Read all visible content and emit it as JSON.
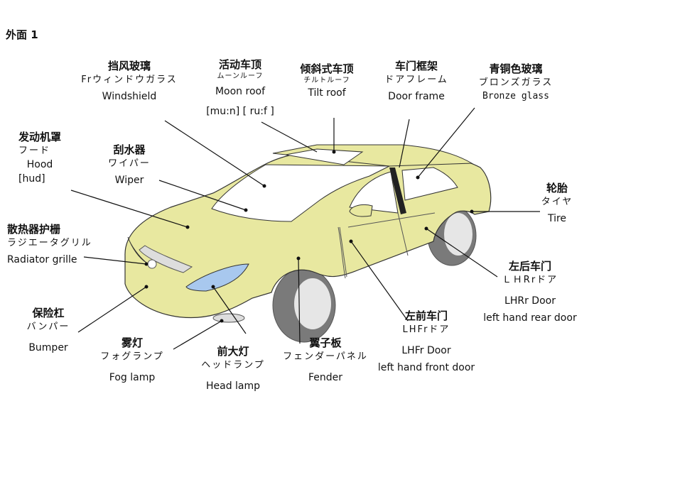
{
  "section_title": "外面 1",
  "parts": {
    "windshield": {
      "zh": "挡风玻璃",
      "ja": "Frウィンドウガラス",
      "en": "Windshield"
    },
    "moon_roof": {
      "zh": "活动车顶",
      "ja": "ムーンルーフ",
      "en": "Moon roof",
      "pron": "[mu:n]  [ ru:f ]"
    },
    "tilt_roof": {
      "zh": "倾斜式车顶",
      "ja": "チルトルーフ",
      "en": "Tilt roof"
    },
    "door_frame": {
      "zh": "车门框架",
      "ja": "ドアフレーム",
      "en": "Door frame"
    },
    "bronze_glass": {
      "zh": "青铜色玻璃",
      "ja": "ブロンズガラス",
      "en": "Bronze glass"
    },
    "hood": {
      "zh": "发动机罩",
      "ja": "フード",
      "en": "Hood",
      "pron": "[hud]"
    },
    "wiper": {
      "zh": "刮水器",
      "ja": "ワイパー",
      "en": "Wiper"
    },
    "tire": {
      "zh": "轮胎",
      "ja": "タイヤ",
      "en": "Tire"
    },
    "radiator_grille": {
      "zh": "散热器护栅",
      "ja": "ラジエータグリル",
      "en": "Radiator grille"
    },
    "lh_rear_door": {
      "zh": "左后车门",
      "ja": "ＬＨRrドア",
      "en": "LHRr Door",
      "en2": "left hand rear door"
    },
    "bumper": {
      "zh": "保险杠",
      "ja": "バンパー",
      "en": "Bumper"
    },
    "fog_lamp": {
      "zh": "雾灯",
      "ja": "フォグランプ",
      "en": "Fog lamp"
    },
    "head_lamp": {
      "zh": "前大灯",
      "ja": "ヘッドランプ",
      "en": "Head lamp"
    },
    "fender": {
      "zh": "翼子板",
      "ja": "フェンダーパネル",
      "en": "Fender"
    },
    "lh_front_door": {
      "zh": "左前车门",
      "ja": "LHFrドア",
      "en": "LHFr Door",
      "en2": "left hand front door"
    }
  },
  "colors": {
    "body": "#e8e8a0",
    "glass": "#ffffff",
    "lamp": "#a8c8ee",
    "tire": "#7a7a7a",
    "line": "#111111"
  }
}
